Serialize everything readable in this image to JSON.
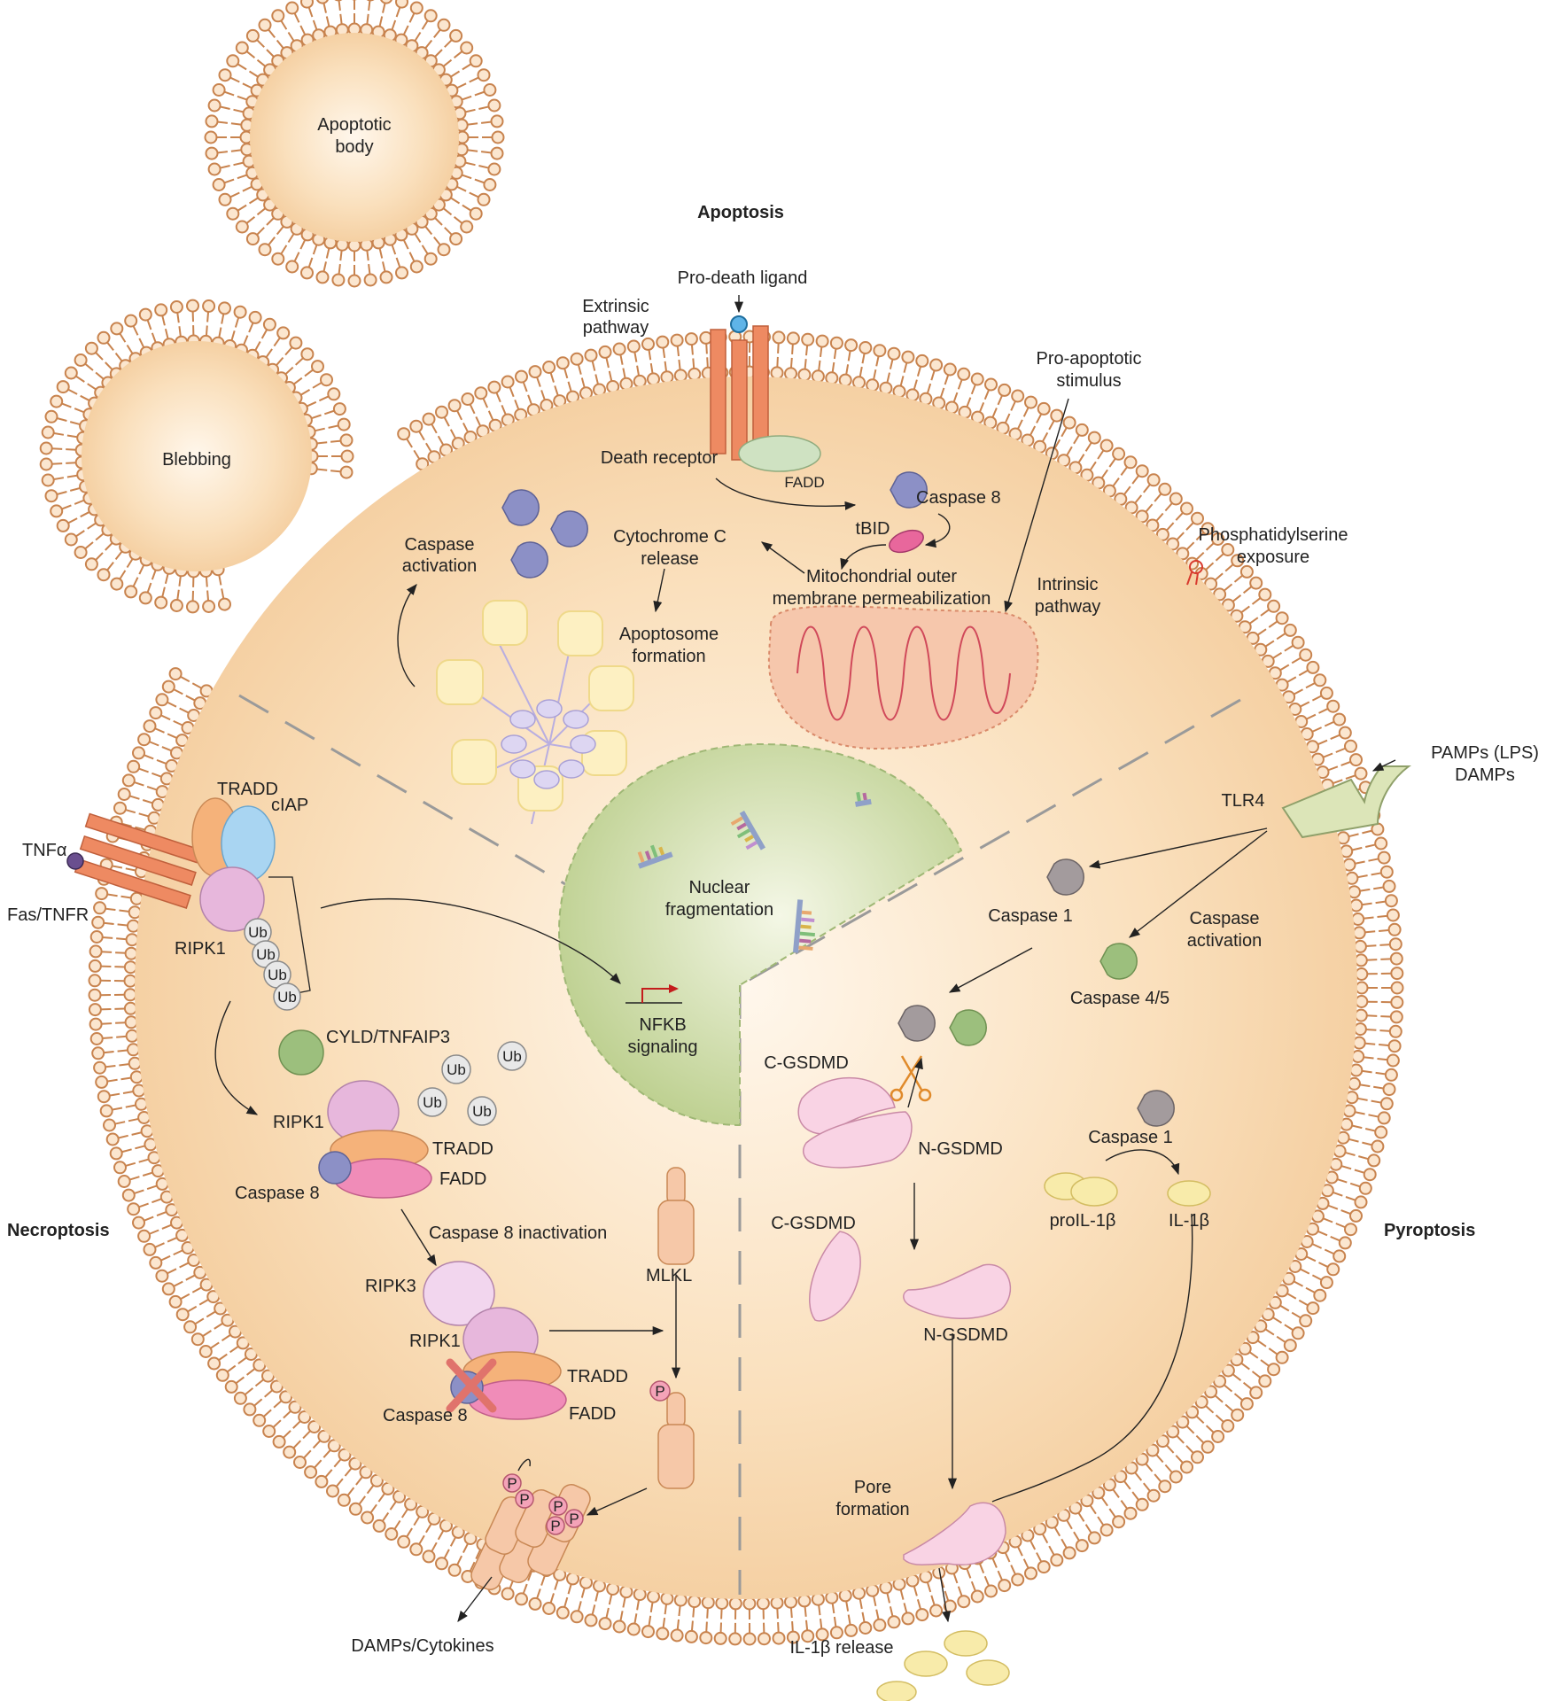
{
  "headings": {
    "apoptosis": "Apoptosis",
    "necroptosis": "Necroptosis",
    "pyroptosis": "Pyroptosis"
  },
  "labels": {
    "apoptotic_body": [
      "Apoptotic",
      "body"
    ],
    "blebbing": "Blebbing",
    "extrinsic_pathway": [
      "Extrinsic",
      "pathway"
    ],
    "pro_death_ligand": "Pro-death ligand",
    "death_receptor": "Death receptor",
    "fadd_top": "FADD",
    "caspase8_top": "Caspase 8",
    "tbid": "tBID",
    "pro_apoptotic_stimulus": [
      "Pro-apoptotic",
      "stimulus"
    ],
    "phosphatidylserine": [
      "Phosphatidylserine",
      "exposure"
    ],
    "intrinsic_pathway": [
      "Intrinsic",
      "pathway"
    ],
    "caspase_activation_top": [
      "Caspase",
      "activation"
    ],
    "cytochrome_c": [
      "Cytochrome C",
      "release"
    ],
    "momp": [
      "Mitochondrial outer",
      "membrane permeabilization"
    ],
    "apoptosome": [
      "Apoptosome",
      "formation"
    ],
    "nuclear_fragmentation": [
      "Nuclear",
      "fragmentation"
    ],
    "nfkb": [
      "NFKB",
      "signaling"
    ],
    "tradd_top": "TRADD",
    "ciap": "cIAP",
    "tnfa": "TNFα",
    "fas_tnfr": "Fas/TNFR",
    "ripk1_top": "RIPK1",
    "ub": "Ub",
    "cyld": "CYLD/TNFAIP3",
    "ripk1_mid": "RIPK1",
    "tradd_mid": "TRADD",
    "fadd_mid": "FADD",
    "caspase8_mid": "Caspase 8",
    "caspase8_inactivation": "Caspase 8 inactivation",
    "mlkl": "MLKL",
    "ripk3": "RIPK3",
    "ripk1_low": "RIPK1",
    "tradd_low": "TRADD",
    "fadd_low": "FADD",
    "caspase8_low": "Caspase 8",
    "p": "P",
    "damps_cytokines": "DAMPs/Cytokines",
    "pamps": [
      "PAMPs (LPS)",
      "DAMPs"
    ],
    "tlr4": "TLR4",
    "caspase1_a": "Caspase 1",
    "caspase_activation_right": [
      "Caspase",
      "activation"
    ],
    "caspase45": "Caspase 4/5",
    "c_gsdmd_a": "C-GSDMD",
    "n_gsdmd_a": "N-GSDMD",
    "caspase1_b": "Caspase 1",
    "prol1b": "proIL-1β",
    "il1b": "IL-1β",
    "c_gsdmd_b": "C-GSDMD",
    "n_gsdmd_b": "N-GSDMD",
    "pore_formation": [
      "Pore",
      "formation"
    ],
    "il1b_release": "IL-1β release"
  },
  "colors": {
    "membrane": "#c8834e",
    "cytoplasm": "#f6d3a8",
    "nucleus": "#c3d49a",
    "receptor": "#ee8a62",
    "caspase_blue": "#8c90c6",
    "caspase_grey": "#9f9799",
    "caspase_green": "#9cbf7d",
    "gsdmd": "#f4b9d2",
    "il1b": "#f6e89c"
  }
}
